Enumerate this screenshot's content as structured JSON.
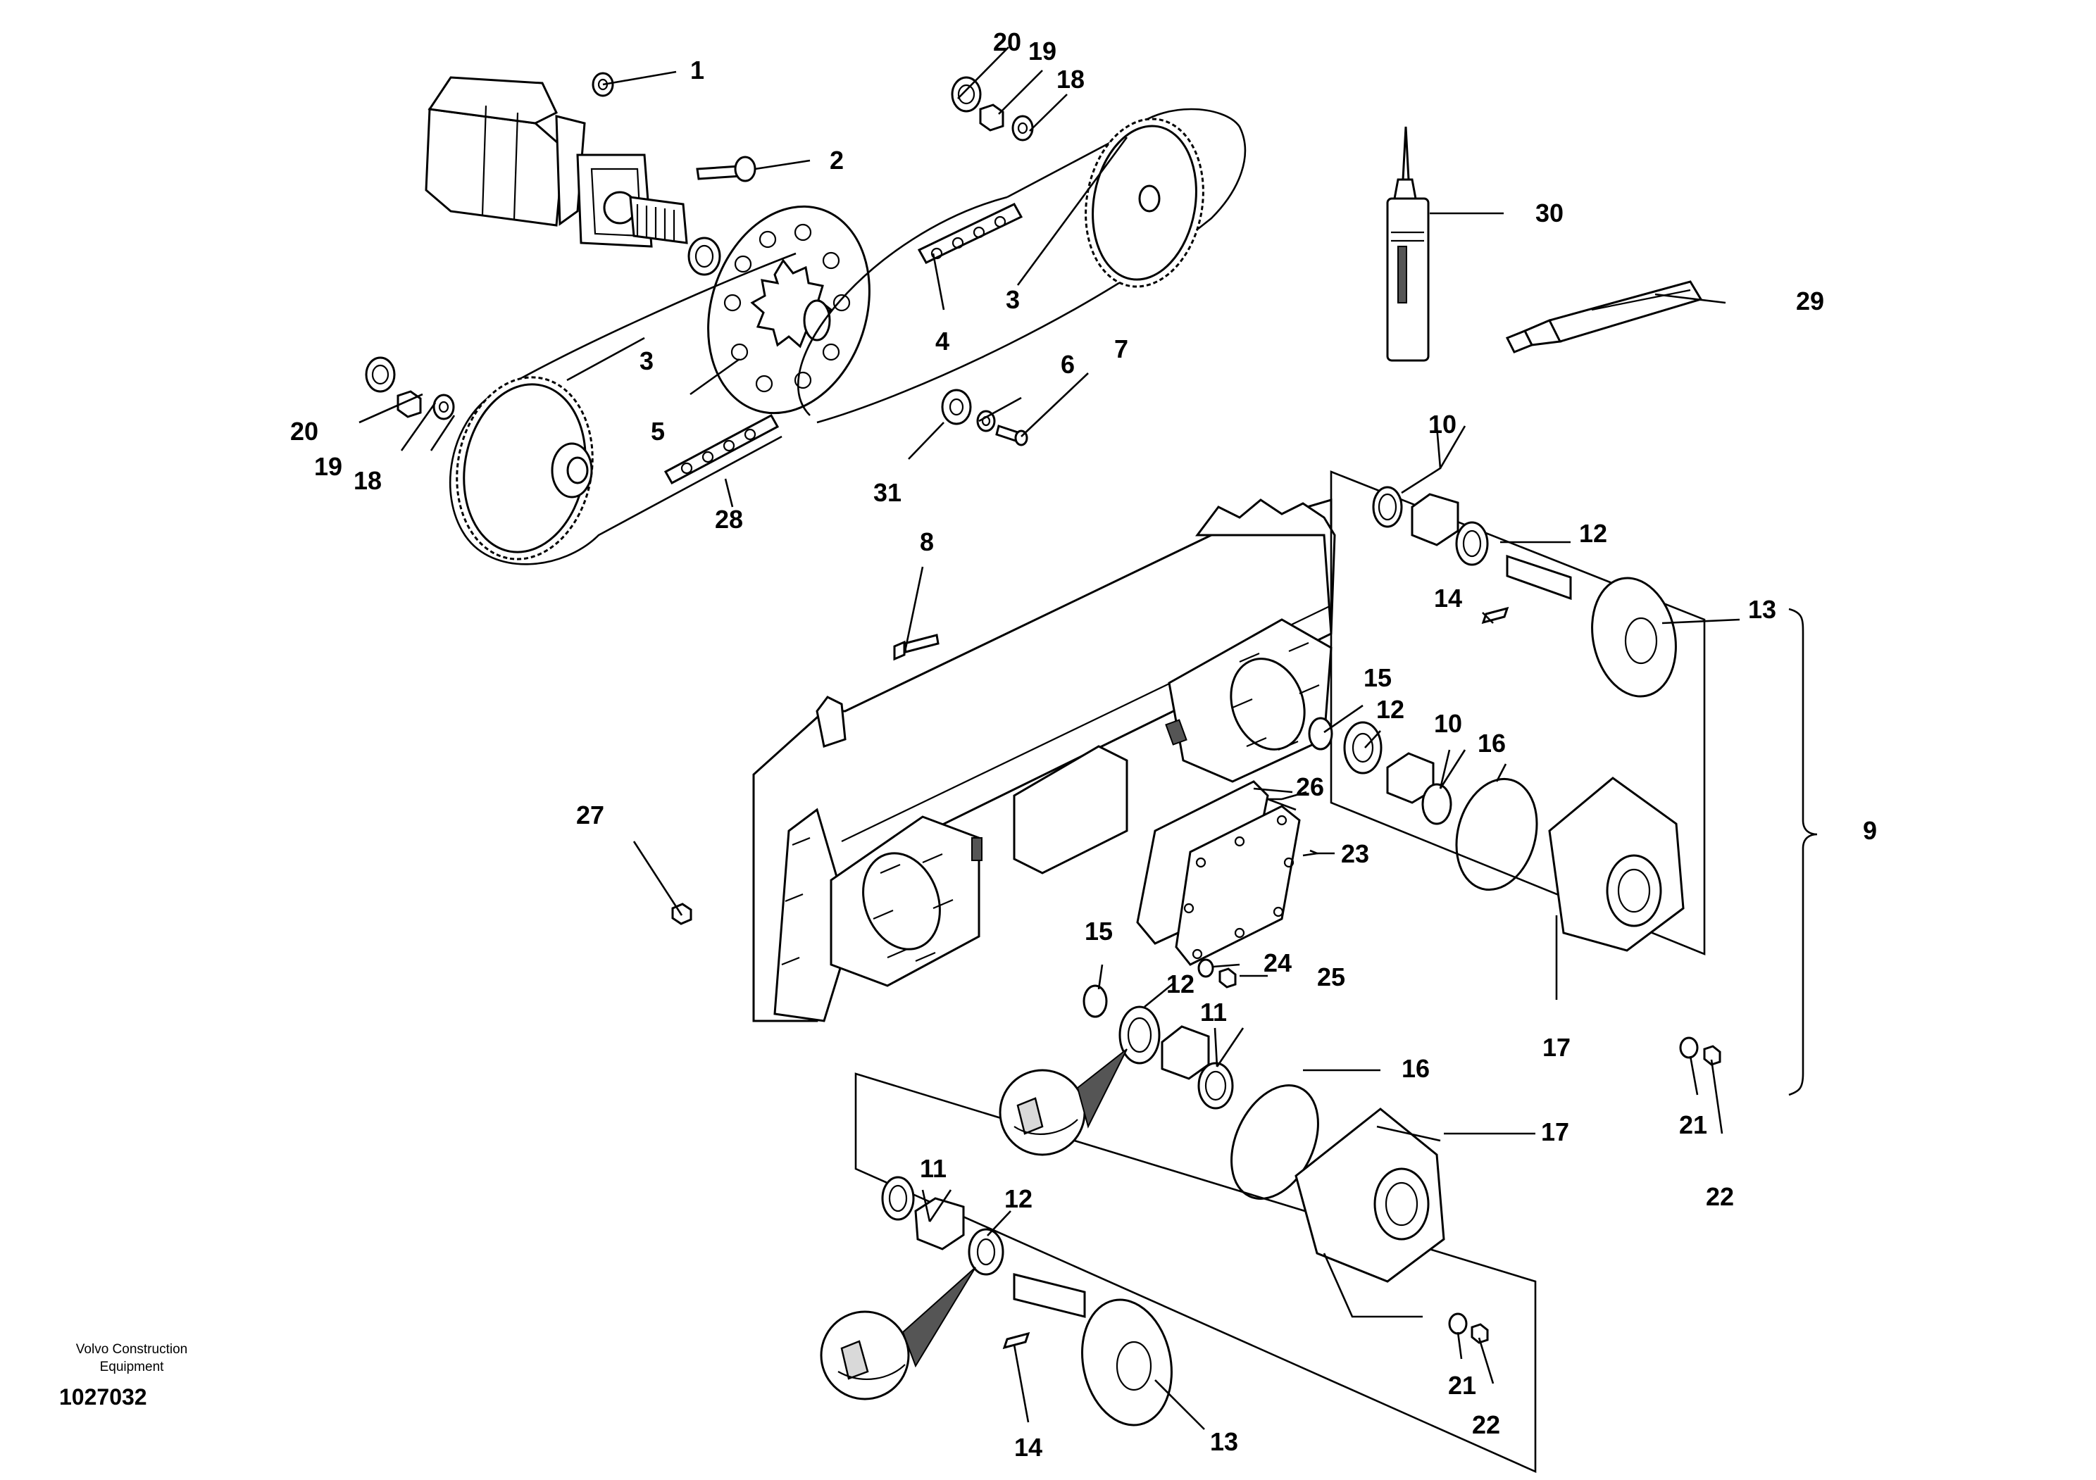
{
  "callouts": [
    {
      "id": "c1",
      "text": "1"
    },
    {
      "id": "c2",
      "text": "2"
    },
    {
      "id": "c3a",
      "text": "3"
    },
    {
      "id": "c3b",
      "text": "3"
    },
    {
      "id": "c4",
      "text": "4"
    },
    {
      "id": "c5",
      "text": "5"
    },
    {
      "id": "c6",
      "text": "6"
    },
    {
      "id": "c7",
      "text": "7"
    },
    {
      "id": "c8",
      "text": "8"
    },
    {
      "id": "c9",
      "text": "9"
    },
    {
      "id": "c10a",
      "text": "10"
    },
    {
      "id": "c10b",
      "text": "10"
    },
    {
      "id": "c11a",
      "text": "11"
    },
    {
      "id": "c11b",
      "text": "11"
    },
    {
      "id": "c12a",
      "text": "12"
    },
    {
      "id": "c12b",
      "text": "12"
    },
    {
      "id": "c12c",
      "text": "12"
    },
    {
      "id": "c12d",
      "text": "12"
    },
    {
      "id": "c13a",
      "text": "13"
    },
    {
      "id": "c13b",
      "text": "13"
    },
    {
      "id": "c14a",
      "text": "14"
    },
    {
      "id": "c14b",
      "text": "14"
    },
    {
      "id": "c15a",
      "text": "15"
    },
    {
      "id": "c15b",
      "text": "15"
    },
    {
      "id": "c16a",
      "text": "16"
    },
    {
      "id": "c16b",
      "text": "16"
    },
    {
      "id": "c17a",
      "text": "17"
    },
    {
      "id": "c17b",
      "text": "17"
    },
    {
      "id": "c18a",
      "text": "18"
    },
    {
      "id": "c18b",
      "text": "18"
    },
    {
      "id": "c19a",
      "text": "19"
    },
    {
      "id": "c19b",
      "text": "19"
    },
    {
      "id": "c20a",
      "text": "20"
    },
    {
      "id": "c20b",
      "text": "20"
    },
    {
      "id": "c21a",
      "text": "21"
    },
    {
      "id": "c21b",
      "text": "21"
    },
    {
      "id": "c22a",
      "text": "22"
    },
    {
      "id": "c22b",
      "text": "22"
    },
    {
      "id": "c23",
      "text": "23"
    },
    {
      "id": "c24",
      "text": "24"
    },
    {
      "id": "c25",
      "text": "25"
    },
    {
      "id": "c26",
      "text": "26"
    },
    {
      "id": "c27",
      "text": "27"
    },
    {
      "id": "c28",
      "text": "28"
    },
    {
      "id": "c29",
      "text": "29"
    },
    {
      "id": "c30",
      "text": "30"
    },
    {
      "id": "c31",
      "text": "31"
    }
  ],
  "footer": {
    "company": "Volvo Construction Equipment",
    "code": "1027032"
  }
}
